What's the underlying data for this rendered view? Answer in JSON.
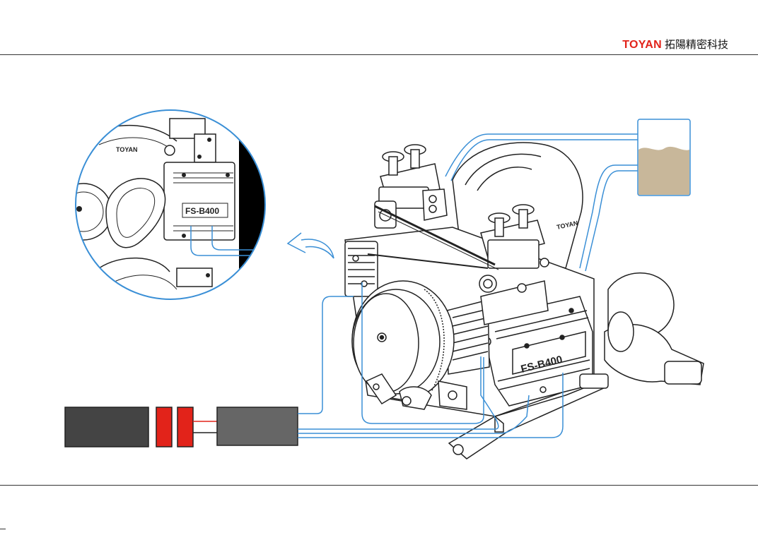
{
  "header": {
    "brand_latin": "TOYAN",
    "brand_cjk": "拓陽精密科技"
  },
  "engine": {
    "model_label": "FS-B400",
    "cover_logo": "TOYAN"
  },
  "zoom_detail": {
    "model_label": "FS-B400",
    "logo": "TOYAN"
  },
  "colors": {
    "brand_red": "#e2231a",
    "fuel_line": "#3a8fd6",
    "fuel": "#c8b79a",
    "battery": "#444444",
    "controller": "#666666",
    "connector": "#e2231a"
  }
}
